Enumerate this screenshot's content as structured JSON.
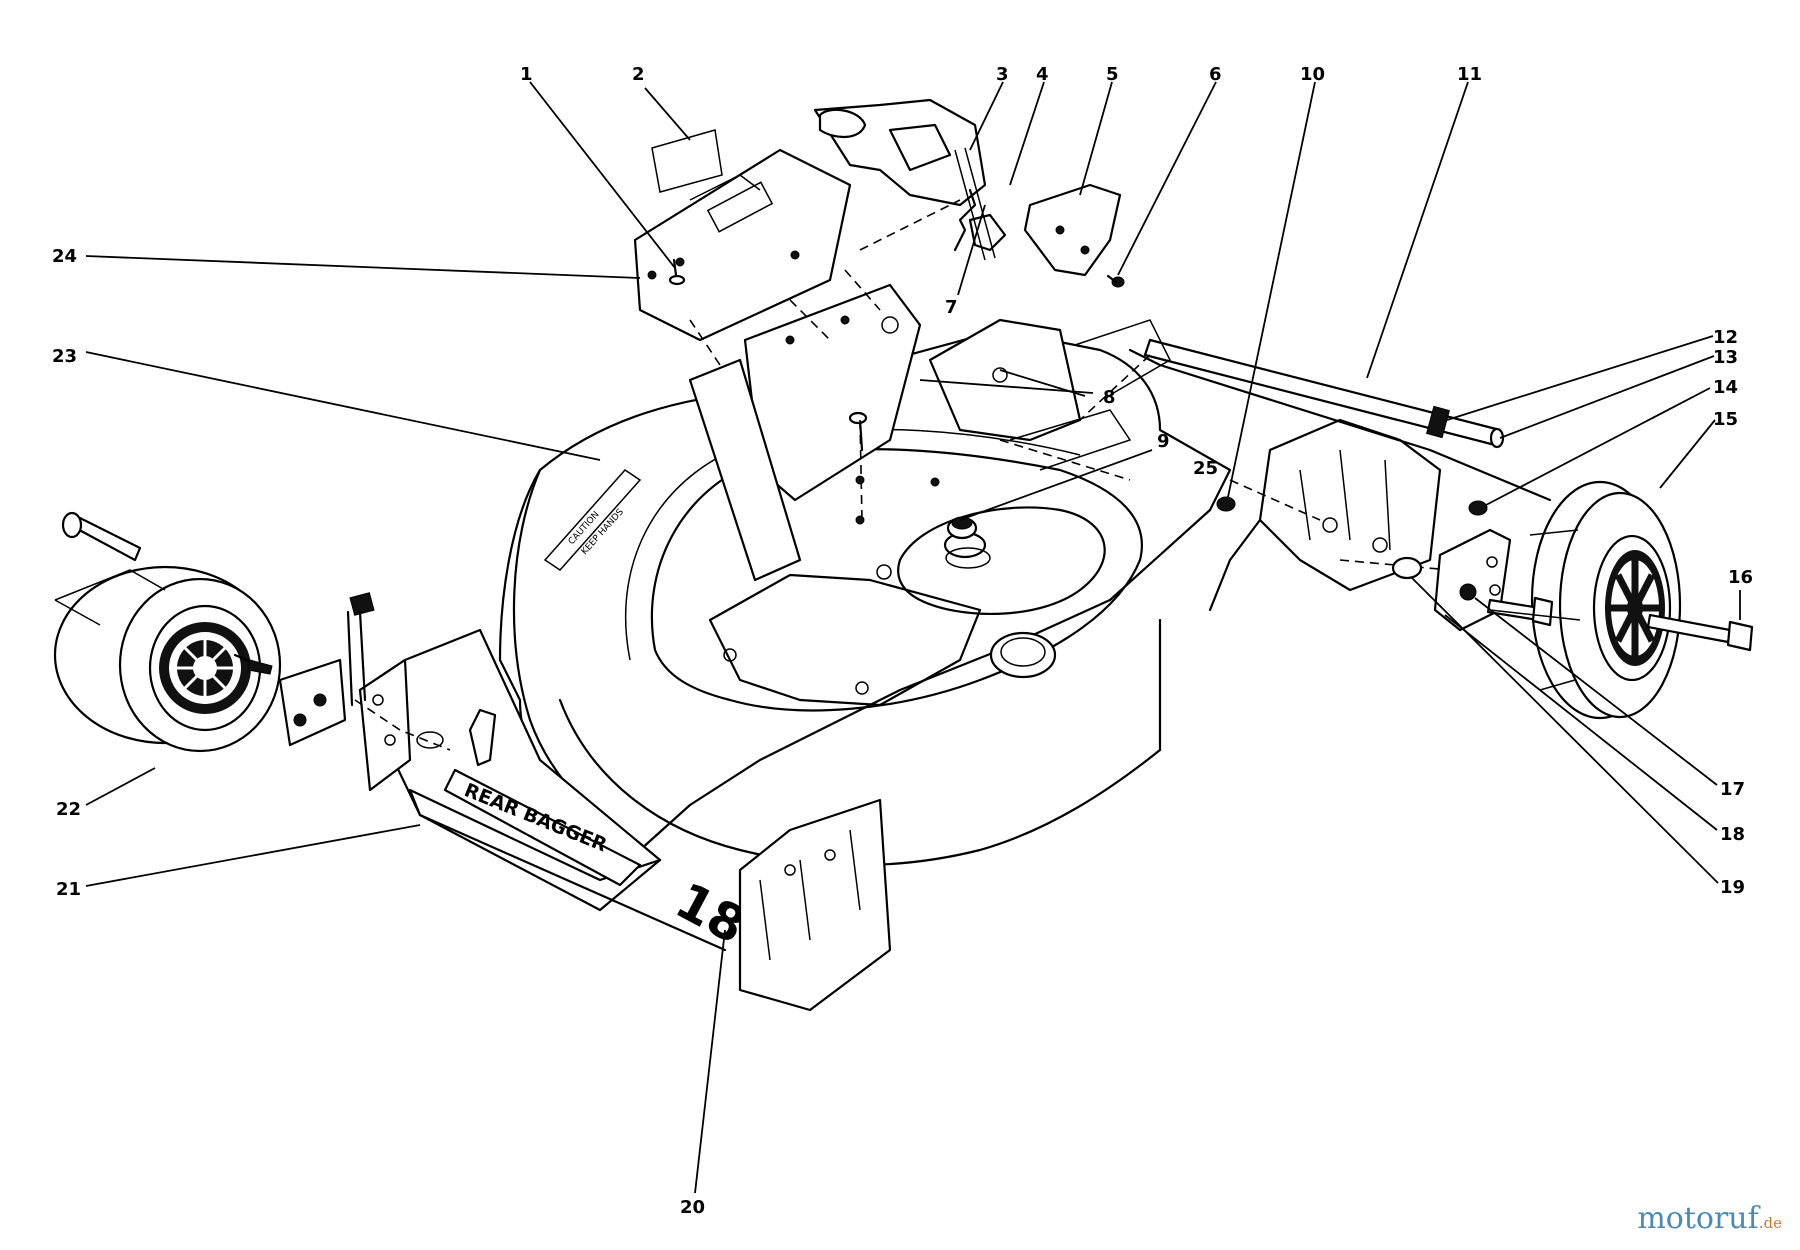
{
  "callouts": [
    {
      "id": "c1",
      "label": "1"
    },
    {
      "id": "c2",
      "label": "2"
    },
    {
      "id": "c3",
      "label": "3"
    },
    {
      "id": "c4",
      "label": "4"
    },
    {
      "id": "c5",
      "label": "5"
    },
    {
      "id": "c6",
      "label": "6"
    },
    {
      "id": "c7",
      "label": "7"
    },
    {
      "id": "c8",
      "label": "8"
    },
    {
      "id": "c9",
      "label": "9"
    },
    {
      "id": "c10",
      "label": "10"
    },
    {
      "id": "c11",
      "label": "11"
    },
    {
      "id": "c12",
      "label": "12"
    },
    {
      "id": "c13",
      "label": "13"
    },
    {
      "id": "c14",
      "label": "14"
    },
    {
      "id": "c15",
      "label": "15"
    },
    {
      "id": "c16",
      "label": "16"
    },
    {
      "id": "c17",
      "label": "17"
    },
    {
      "id": "c18",
      "label": "18"
    },
    {
      "id": "c19",
      "label": "19"
    },
    {
      "id": "c20",
      "label": "20"
    },
    {
      "id": "c21",
      "label": "21"
    },
    {
      "id": "c22",
      "label": "22"
    },
    {
      "id": "c23",
      "label": "23"
    },
    {
      "id": "c24",
      "label": "24"
    },
    {
      "id": "c25",
      "label": "25"
    }
  ],
  "decals": {
    "rear_bagger": "REAR BAGGER",
    "deck_size": "18"
  },
  "watermark": {
    "brand": "motoruf",
    "suffix": ".de",
    "color": "#4a8ab8",
    "suffix_color": "#c77b2d"
  }
}
